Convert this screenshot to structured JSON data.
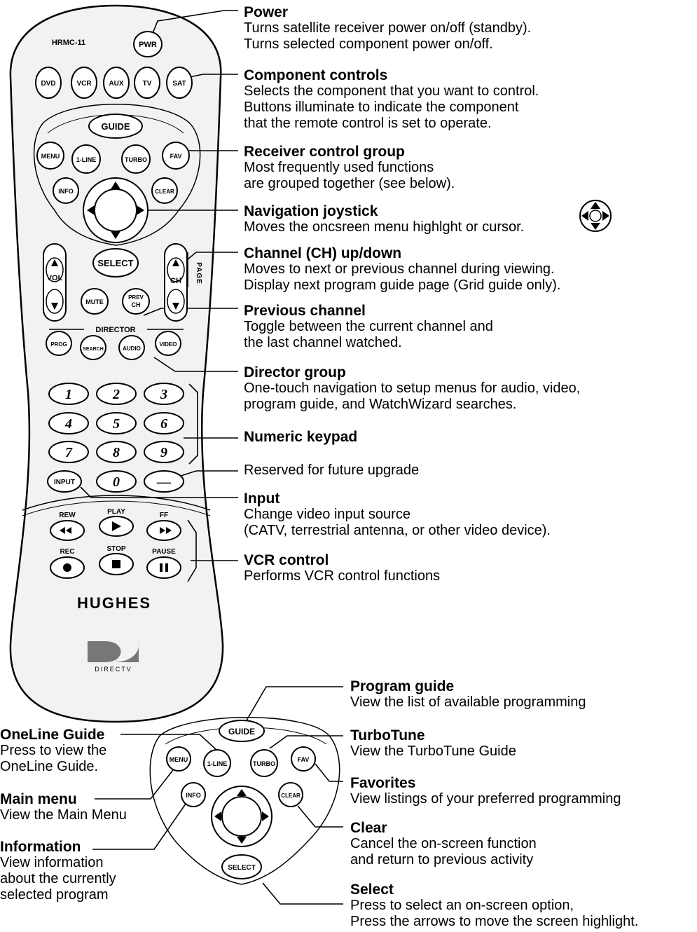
{
  "remote": {
    "model": "HRMC-11",
    "brand": "HUGHES",
    "logo_text": "DIRECTV",
    "buttons": {
      "pwr": "PWR",
      "dvd": "DVD",
      "vcr": "VCR",
      "aux": "AUX",
      "tv": "TV",
      "sat": "SAT",
      "guide": "GUIDE",
      "menu": "MENU",
      "oneline": "1-LINE",
      "turbo": "TURBO",
      "fav": "FAV",
      "info": "INFO",
      "clear": "CLEAR",
      "select": "SELECT",
      "vol": "VOL",
      "ch": "CH",
      "page": "PAGE",
      "mute": "MUTE",
      "prev_1": "PREV",
      "prev_2": "CH",
      "director": "DIRECTOR",
      "prog": "PROG",
      "search": "SEARCH",
      "audio": "AUDIO",
      "video": "VIDEO",
      "n1": "1",
      "n2": "2",
      "n3": "3",
      "n4": "4",
      "n5": "5",
      "n6": "6",
      "n7": "7",
      "n8": "8",
      "n9": "9",
      "n0": "0",
      "dash": "—",
      "input": "INPUT",
      "rew": "REW",
      "play": "PLAY",
      "ff": "FF",
      "rec": "REC",
      "stop": "STOP",
      "pause": "PAUSE"
    }
  },
  "zoom": {
    "guide": "GUIDE",
    "menu": "MENU",
    "oneline": "1-LINE",
    "turbo": "TURBO",
    "fav": "FAV",
    "info": "INFO",
    "clear": "CLEAR",
    "select": "SELECT"
  },
  "callouts": [
    {
      "title": "Power",
      "desc": [
        "Turns satellite receiver power on/off (standby).",
        "Turns selected component power on/off."
      ]
    },
    {
      "title": "Component controls",
      "desc": [
        "Selects the component that you want to control.",
        "Buttons illuminate to indicate the component",
        "that the remote control is set to operate."
      ]
    },
    {
      "title": "Receiver control group",
      "desc": [
        "Most frequently used functions",
        "are grouped together (see below)."
      ]
    },
    {
      "title": "Navigation joystick",
      "desc": [
        "Moves the oncsreen menu highlght or cursor."
      ]
    },
    {
      "title": "Channel (CH) up/down",
      "desc": [
        "Moves to next or previous channel during viewing.",
        "Display next program guide page (Grid guide only)."
      ]
    },
    {
      "title": "Previous channel",
      "desc": [
        "Toggle between the current channel and",
        "the last channel watched."
      ]
    },
    {
      "title": "Director group",
      "desc": [
        "One-touch navigation to setup menus for audio, video,",
        "program guide, and WatchWizard searches."
      ]
    },
    {
      "title": "Numeric keypad",
      "desc": []
    },
    {
      "title": "",
      "desc": [
        "Reserved for future upgrade"
      ]
    },
    {
      "title": "Input",
      "desc": [
        "Change video input source",
        "(CATV, terrestrial antenna, or other video device)."
      ]
    },
    {
      "title": "VCR control",
      "desc": [
        "Performs VCR control functions"
      ]
    },
    {
      "title": "Program guide",
      "desc": [
        "View the list of available programming"
      ]
    },
    {
      "title": "TurboTune",
      "desc": [
        "View the TurboTune Guide"
      ]
    },
    {
      "title": "Favorites",
      "desc": [
        "View listings of your preferred programming"
      ]
    },
    {
      "title": "Clear",
      "desc": [
        "Cancel the on-screen function",
        "and return to previous activity"
      ]
    },
    {
      "title": "Select",
      "desc": [
        "Press to select an on-screen option,",
        "Press the arrows to move the screen highlight."
      ]
    },
    {
      "title": "OneLine Guide",
      "desc": [
        "Press to view the",
        "OneLine Guide."
      ]
    },
    {
      "title": "Main menu",
      "desc": [
        "View the Main Menu"
      ]
    },
    {
      "title": "Information",
      "desc": [
        "View information",
        "about the currently",
        "selected program"
      ]
    }
  ]
}
